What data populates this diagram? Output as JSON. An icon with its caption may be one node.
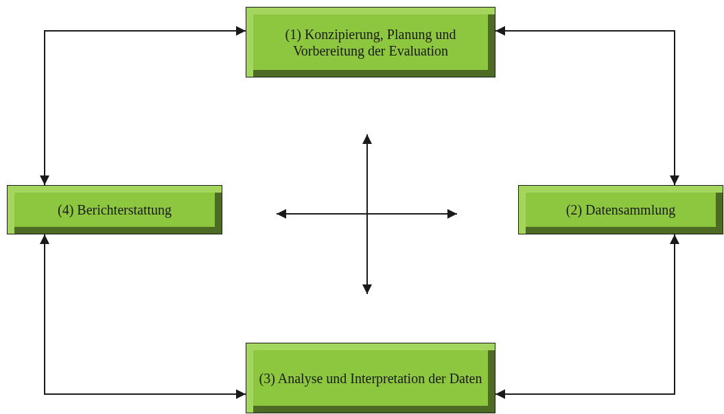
{
  "diagram": {
    "nodes": [
      {
        "text": [
          "(1) Konzipierung, Planung und Vorbereitung der Evaluation"
        ]
      },
      {
        "text": [
          "(4) Berichterstattung"
        ]
      },
      {
        "text": [
          "(2) Datensammlung"
        ]
      },
      {
        "text": [
          "(3) Analyse und Interpretation der Daten"
        ]
      }
    ],
    "edges": [
      {
        "from": 0,
        "to": 2,
        "arrow": "both"
      },
      {
        "from": 2,
        "to": 3,
        "arrow": "both"
      },
      {
        "from": 3,
        "to": 1,
        "arrow": "both"
      },
      {
        "from": 1,
        "to": 0,
        "arrow": "both"
      }
    ]
  }
}
